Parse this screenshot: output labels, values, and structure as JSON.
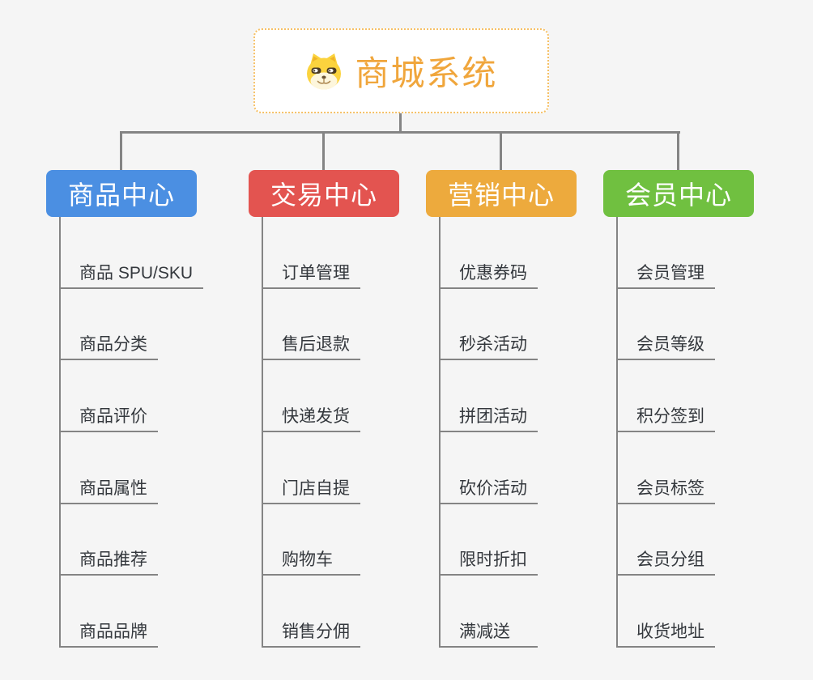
{
  "page": {
    "background_color": "#f5f5f5",
    "connector_color": "#848484"
  },
  "root": {
    "title": "商城系统",
    "icon": "dog-face-icon",
    "text_color": "#f0a63c",
    "border_color": "#f6c065"
  },
  "branches": [
    {
      "label": "商品中心",
      "color": "#4b8fe2",
      "children": [
        "商品 SPU/SKU",
        "商品分类",
        "商品评价",
        "商品属性",
        "商品推荐",
        "商品品牌"
      ]
    },
    {
      "label": "交易中心",
      "color": "#e35450",
      "children": [
        "订单管理",
        "售后退款",
        "快递发货",
        "门店自提",
        "购物车",
        "销售分佣"
      ]
    },
    {
      "label": "营销中心",
      "color": "#edaa3d",
      "children": [
        "优惠券码",
        "秒杀活动",
        "拼团活动",
        "砍价活动",
        "限时折扣",
        "满减送"
      ]
    },
    {
      "label": "会员中心",
      "color": "#70c040",
      "children": [
        "会员管理",
        "会员等级",
        "积分签到",
        "会员标签",
        "会员分组",
        "收货地址"
      ]
    }
  ]
}
